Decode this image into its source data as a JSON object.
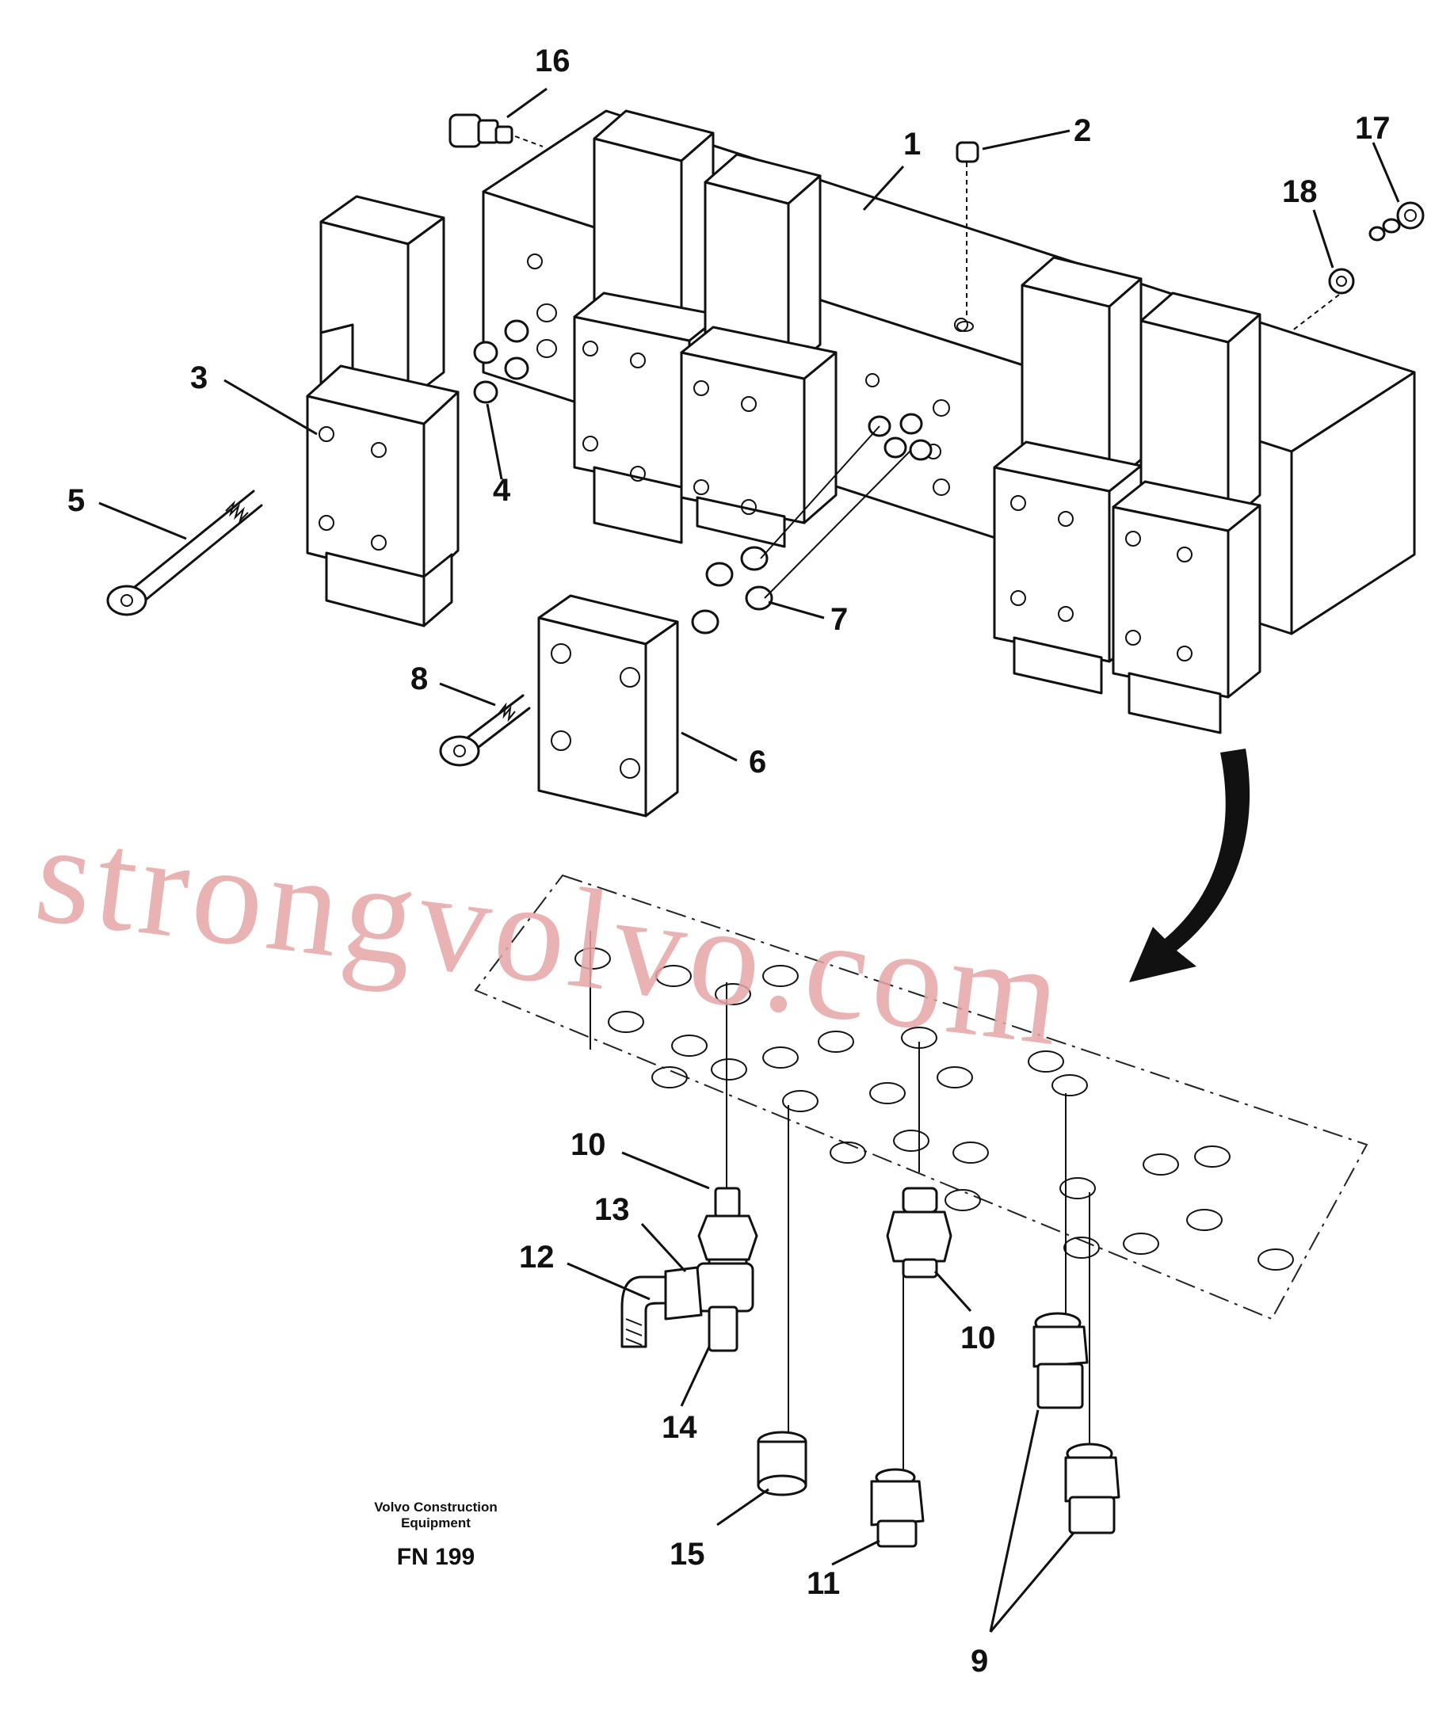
{
  "diagram": {
    "callouts": {
      "c1": "1",
      "c2": "2",
      "c3": "3",
      "c4": "4",
      "c5": "5",
      "c6": "6",
      "c7": "7",
      "c8": "8",
      "c9": "9",
      "c10a": "10",
      "c10b": "10",
      "c11": "11",
      "c12": "12",
      "c13": "13",
      "c14": "14",
      "c15": "15",
      "c16": "16",
      "c17": "17",
      "c18": "18"
    },
    "watermark": "strongvolvo.com",
    "caption": {
      "line1": "Volvo Construction",
      "line2": "Equipment",
      "code": "FN 199"
    }
  }
}
